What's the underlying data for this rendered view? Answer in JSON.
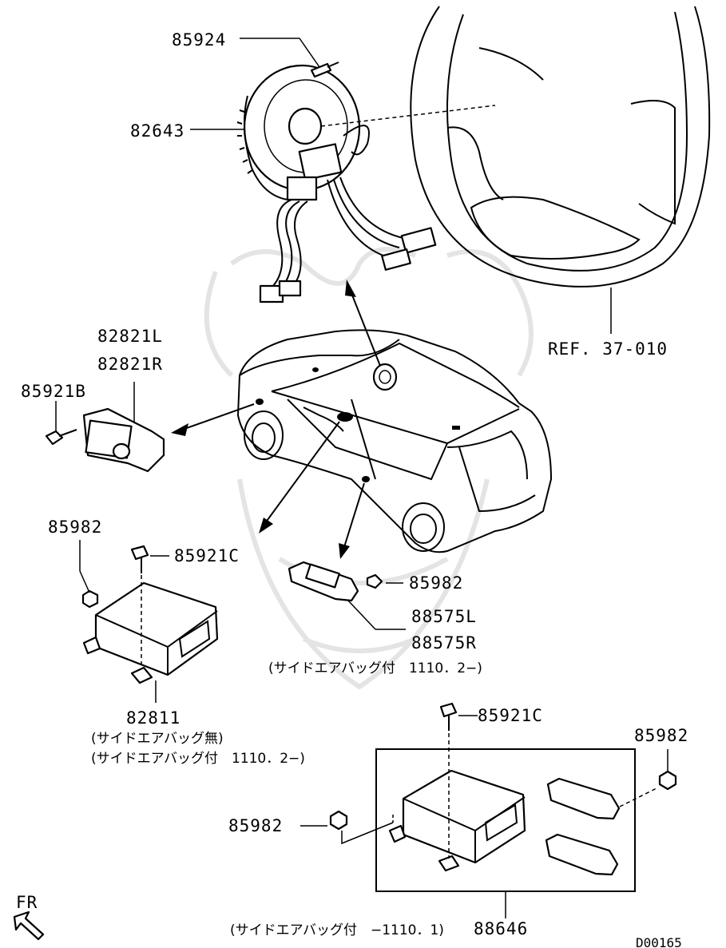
{
  "labels": {
    "p85924": "85924",
    "p82643": "82643",
    "p82821L": "82821L",
    "p82821R": "82821R",
    "p85921B": "85921B",
    "p85982_a": "85982",
    "p85921C_a": "85921C",
    "p85982_b": "85982",
    "p88575L": "88575L",
    "p88575R": "88575R",
    "p82811": "82811",
    "p85921C_b": "85921C",
    "p85982_c": "85982",
    "p85982_d": "85982",
    "ref": "REF. 37-010",
    "fr": "FR",
    "diagram_id": "D00165"
  },
  "notes": {
    "side_airbag_with_88575": "(サイドエアバッグ付　1110．2−)",
    "side_airbag_without": "(サイドエアバッグ無)",
    "side_airbag_with_82811": "(サイドエアバッグ付　1110．2−)",
    "side_airbag_with_88646": "(サイドエアバッグ付　−1110．1)",
    "p88646": "88646"
  }
}
